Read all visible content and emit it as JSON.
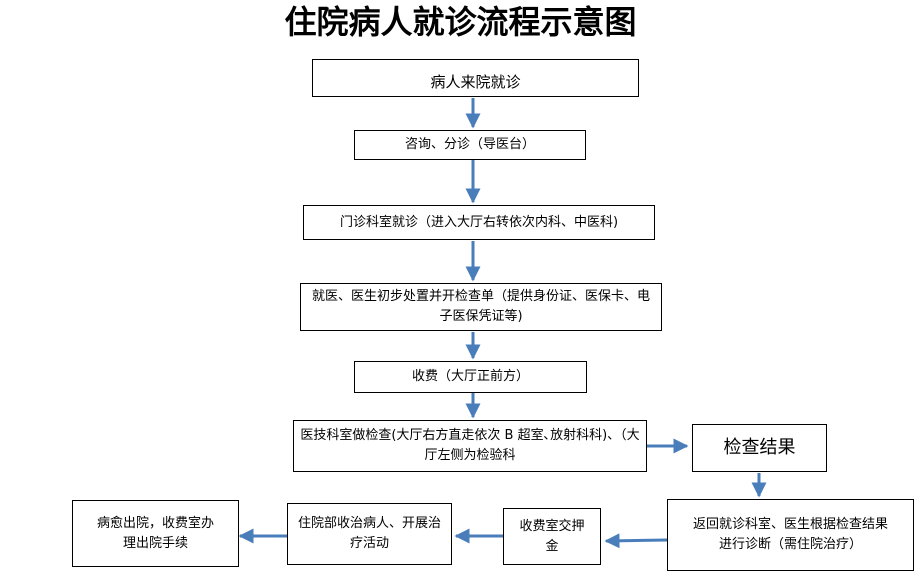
{
  "title": "住院病人就诊流程示意图",
  "colors": {
    "arrow": "#4a7ebb",
    "border": "#000000"
  },
  "steps": {
    "arrive": "病人来院就诊",
    "consult": "咨询、分诊（导医台）",
    "clinic": "门诊科室就诊（进入大厅右转依次内科、中医科)",
    "doctor": "就医、医生初步处置并开检查单（提供身份证、医保卡、电子医保凭证等)",
    "pay": "收费（大厅正前方）",
    "exam": "医技科室做检查(大厅右方直走依次 B 超室､放射科科)、（大厅左侧为检验科",
    "result": "检查结果",
    "return": "返回就诊科室、医生根据检查结果进行诊断（需住院治疗）",
    "deposit": "收费室交押金",
    "admit": "住院部收治病人、开展治疗活动",
    "discharge": "病愈出院，收费室办理出院手续"
  }
}
